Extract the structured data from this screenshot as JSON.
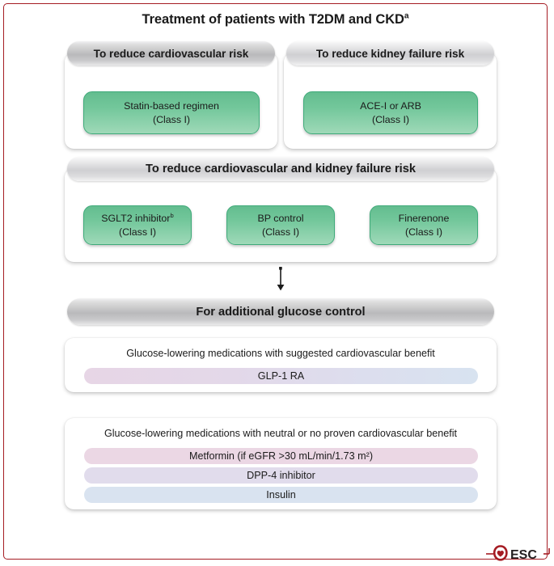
{
  "figure": {
    "title": "Treatment of patients with T2DM and CKD",
    "title_superscript": "a",
    "border_color": "#a51c23"
  },
  "top_row": [
    {
      "header": "To reduce cardiovascular risk",
      "pill": {
        "name": "Statin-based regimen",
        "class": "(Class I)"
      }
    },
    {
      "header": "To reduce kidney failure risk",
      "pill": {
        "name": "ACE-I or ARB",
        "class": "(Class I)"
      }
    }
  ],
  "combined": {
    "header": "To reduce cardiovascular and kidney failure risk",
    "pills": [
      {
        "name": "SGLT2 inhibitor",
        "superscript": "b",
        "class": "(Class I)"
      },
      {
        "name": "BP control",
        "superscript": "",
        "class": "(Class I)"
      },
      {
        "name": "Finerenone",
        "superscript": "",
        "class": "(Class I)"
      }
    ]
  },
  "arrow": {
    "name": "down-arrow"
  },
  "glucose": {
    "header": "For additional glucose control",
    "benefit_group": {
      "label": "Glucose-lowering medications with suggested cardiovascular benefit",
      "bars": [
        {
          "label": "GLP-1 RA",
          "color": "#e6d8e8"
        }
      ]
    },
    "neutral_group": {
      "label": "Glucose-lowering medications with neutral or no proven cardiovascular benefit",
      "bars": [
        {
          "label": "Metformin (if eGFR >30 mL/min/1.73 m²)",
          "color": "#ebd7e4"
        },
        {
          "label": "DPP-4 inhibitor",
          "color": "#e1dcec"
        },
        {
          "label": "Insulin",
          "color": "#d9e3f0"
        }
      ]
    }
  },
  "logo": {
    "text": "ESC",
    "name": "esc-logo",
    "color": "#a51c23"
  }
}
